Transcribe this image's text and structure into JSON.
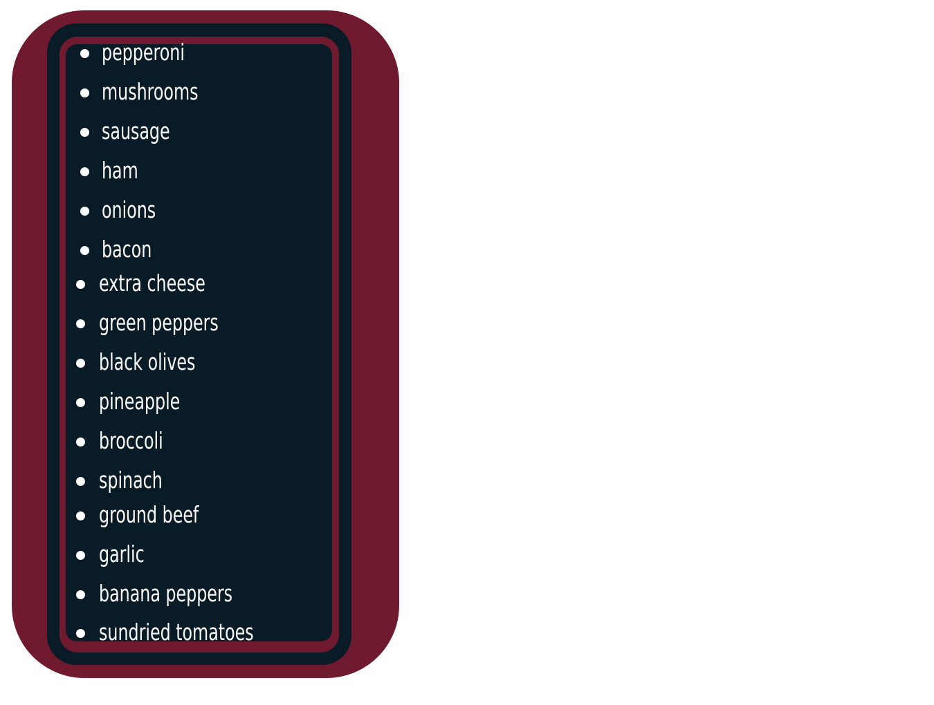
{
  "colors": {
    "frame": "#701A30",
    "panel": "#0A1B28",
    "text": "#FFFFFF"
  },
  "toppings_group_1": [
    "pepperoni",
    "mushrooms",
    "sausage",
    "ham",
    "onions",
    "bacon"
  ],
  "toppings_group_2": [
    "extra cheese",
    "green peppers",
    "black olives",
    "pineapple",
    "broccoli",
    "spinach"
  ],
  "toppings_group_3": [
    "ground beef",
    "garlic",
    "banana peppers",
    "sundried tomatoes"
  ]
}
